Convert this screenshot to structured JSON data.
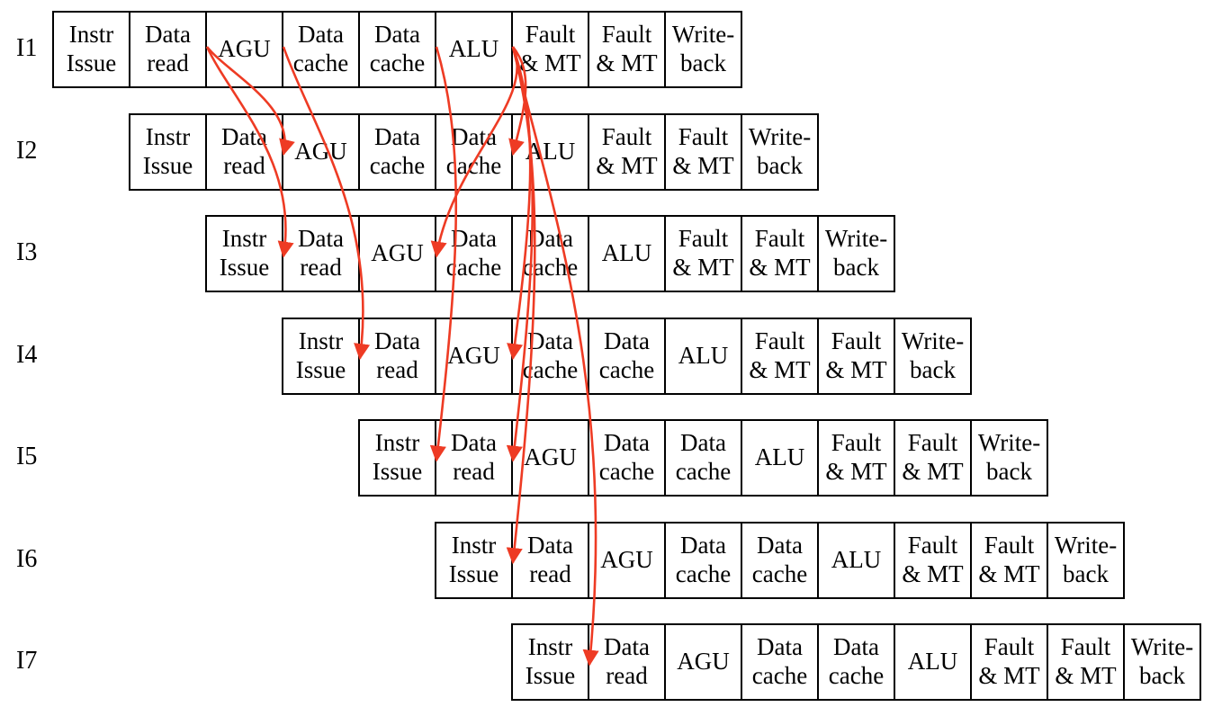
{
  "rows": [
    {
      "label": "I1",
      "stages": [
        "Instr\nIssue",
        "Data\nread",
        "AGU",
        "Data\ncache",
        "Data\ncache",
        "ALU",
        "Fault\n& MT",
        "Fault\n& MT",
        "Write-\nback"
      ]
    },
    {
      "label": "I2",
      "stages": [
        "Instr\nIssue",
        "Data\nread",
        "AGU",
        "Data\ncache",
        "Data\ncache",
        "ALU",
        "Fault\n& MT",
        "Fault\n& MT",
        "Write-\nback"
      ]
    },
    {
      "label": "I3",
      "stages": [
        "Instr\nIssue",
        "Data\nread",
        "AGU",
        "Data\ncache",
        "Data\ncache",
        "ALU",
        "Fault\n& MT",
        "Fault\n& MT",
        "Write-\nback"
      ]
    },
    {
      "label": "I4",
      "stages": [
        "Instr\nIssue",
        "Data\nread",
        "AGU",
        "Data\ncache",
        "Data\ncache",
        "ALU",
        "Fault\n& MT",
        "Fault\n& MT",
        "Write-\nback"
      ]
    },
    {
      "label": "I5",
      "stages": [
        "Instr\nIssue",
        "Data\nread",
        "AGU",
        "Data\ncache",
        "Data\ncache",
        "ALU",
        "Fault\n& MT",
        "Fault\n& MT",
        "Write-\nback"
      ]
    },
    {
      "label": "I6",
      "stages": [
        "Instr\nIssue",
        "Data\nread",
        "AGU",
        "Data\ncache",
        "Data\ncache",
        "ALU",
        "Fault\n& MT",
        "Fault\n& MT",
        "Write-\nback"
      ]
    },
    {
      "label": "I7",
      "stages": [
        "Instr\nIssue",
        "Data\nread",
        "AGU",
        "Data\ncache",
        "Data\ncache",
        "ALU",
        "Fault\n& MT",
        "Fault\n& MT",
        "Write-\nback"
      ]
    }
  ],
  "arrow_color": "#ee3b24",
  "forwarding_arrows": [
    {
      "from_row": 0,
      "from_stage": "AGU",
      "to_row": 1,
      "to_stage": "AGU"
    },
    {
      "from_row": 0,
      "from_stage": "AGU",
      "to_row": 2,
      "to_stage": "Data read"
    },
    {
      "from_row": 0,
      "from_stage": "Data cache",
      "to_row": 3,
      "to_stage": "Data read"
    },
    {
      "from_row": 0,
      "from_stage": "ALU",
      "to_row": 4,
      "to_stage": "Data read"
    },
    {
      "from_row": 0,
      "from_stage": "Fault & MT",
      "to_row": 1,
      "to_stage": "ALU"
    },
    {
      "from_row": 0,
      "from_stage": "Fault & MT",
      "to_row": 2,
      "to_stage": "Data cache"
    },
    {
      "from_row": 0,
      "from_stage": "Fault & MT",
      "to_row": 4,
      "to_stage": "AGU"
    },
    {
      "from_row": 0,
      "from_stage": "Fault & MT",
      "to_row": 5,
      "to_stage": "Data read"
    },
    {
      "from_row": 0,
      "from_stage": "Fault & MT",
      "to_row": 3,
      "to_stage": "Data cache"
    },
    {
      "from_row": 0,
      "from_stage": "Fault & MT",
      "to_row": 6,
      "to_stage": "Data read"
    }
  ]
}
